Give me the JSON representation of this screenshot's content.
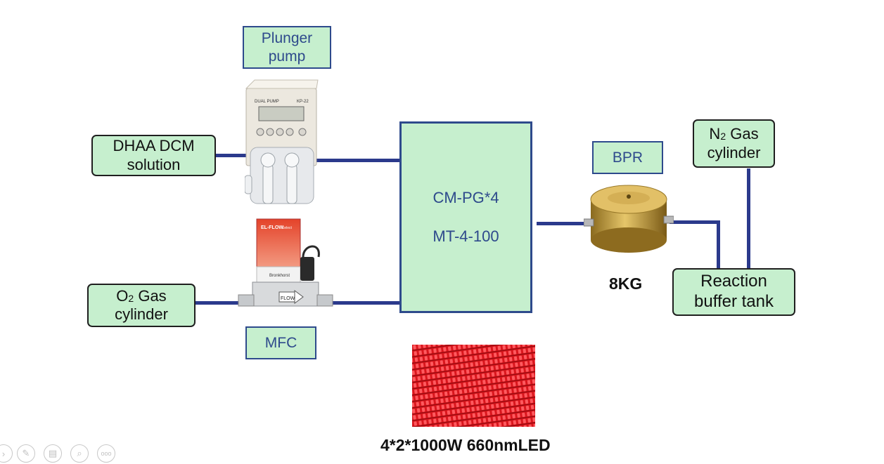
{
  "labels": {
    "plunger_pump": [
      "Plunger",
      "pump"
    ],
    "dhaa": [
      "DHAA DCM",
      "solution"
    ],
    "o2": {
      "el": "O",
      "sub": "2",
      "rest": " Gas",
      "line2": "cylinder"
    },
    "mfc": "MFC",
    "reactor": [
      "CM-PG*4",
      "MT-4-100"
    ],
    "bpr": "BPR",
    "bpr_value": "8KG",
    "n2": {
      "el": "N",
      "sub": "2",
      "rest": " Gas",
      "line2": "cylinder"
    },
    "buffer": [
      "Reaction",
      "buffer tank"
    ],
    "led": "4*2*1000W 660nmLED"
  },
  "device_text": {
    "pump_brand": "DUAL PUMP",
    "pump_model": "KP-22",
    "mfc_brand": "EL-FLOW",
    "mfc_sub": "Select",
    "mfc_maker": "Bronkhorst",
    "mfc_flow": "FLOW"
  },
  "toolbar": {
    "more": "ooo"
  },
  "colors": {
    "accent_blue": "#2e4a8c",
    "box_green": "#c6efce",
    "line": "#2b3a8c",
    "led_red": "#e21b24"
  }
}
